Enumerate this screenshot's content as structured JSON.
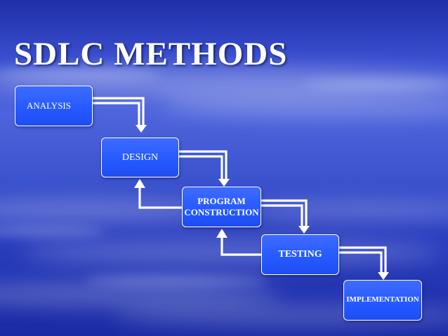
{
  "slide": {
    "title": "SDLC METHODS"
  },
  "diagram": {
    "steps": [
      {
        "id": "analysis",
        "label": "ANALYSIS"
      },
      {
        "id": "design",
        "label": "DESIGN"
      },
      {
        "id": "construction",
        "label": "PROGRAM\nCONSTRUCTION"
      },
      {
        "id": "testing",
        "label": "TESTING"
      },
      {
        "id": "implementation",
        "label": "IMPLEMENTATION"
      }
    ],
    "forward_flows": [
      {
        "from": "analysis",
        "to": "design"
      },
      {
        "from": "design",
        "to": "construction"
      },
      {
        "from": "construction",
        "to": "testing"
      },
      {
        "from": "testing",
        "to": "implementation"
      }
    ],
    "feedback_flows": [
      {
        "from": "construction",
        "to": "design"
      },
      {
        "from": "testing",
        "to": "construction"
      }
    ],
    "colors": {
      "box_fill": "#2459ff",
      "box_border": "#ffffff",
      "arrow": "#ffffff",
      "background": "#3a4fd0"
    }
  }
}
